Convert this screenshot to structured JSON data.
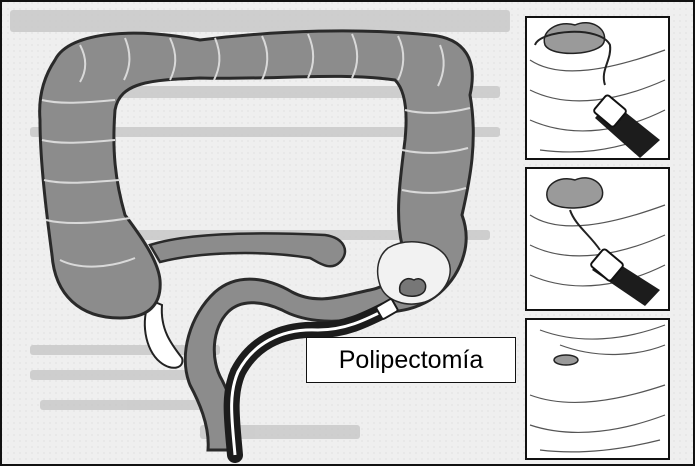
{
  "figure": {
    "label": "Polipectomía",
    "panels": [
      "snare-around-polyp",
      "snare-tightened",
      "polyp-removed"
    ]
  },
  "colors": {
    "colon_fill": "#8c8c8c",
    "colon_outline": "#2a2a2a",
    "endoscope_dark": "#1c1c1c",
    "background": "#eeeeee"
  }
}
